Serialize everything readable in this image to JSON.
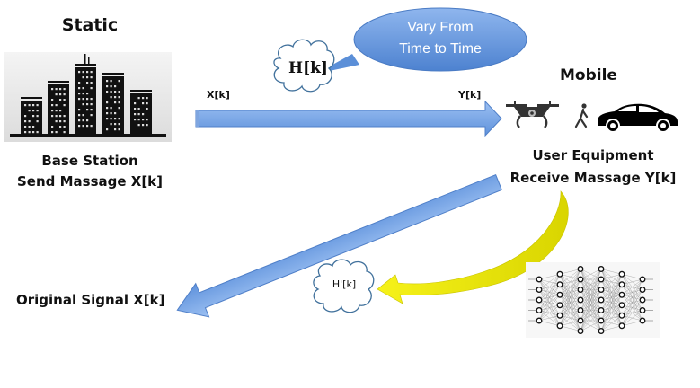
{
  "static_side": {
    "heading": "Static",
    "name": "Base Station",
    "action": "Send Massage X[k]"
  },
  "mobile_side": {
    "heading": "Mobile",
    "name": "User Equipment",
    "action": "Receive Massage Y[k]",
    "icons": [
      "drone-icon",
      "pedestrian-icon",
      "car-icon"
    ]
  },
  "channel": {
    "cloud_label": "H[k]",
    "callout_line1": "Vary From",
    "callout_line2": "Time to Time",
    "input_label": "X[k]",
    "output_label": "Y[k]"
  },
  "estimate": {
    "cloud_label": "H'[k]"
  },
  "recovered": {
    "label": "Original Signal X[k]"
  },
  "neural_net": {
    "layer_sizes": [
      5,
      6,
      7,
      7,
      6,
      5
    ]
  },
  "colors": {
    "arrow_blue": "#6fa0e6",
    "arrow_blue_dark": "#4f7fc8",
    "callout_blue": "#5b8fd8",
    "yellow_arrow": "#f2ee10",
    "cloud_outline": "#41719c"
  }
}
